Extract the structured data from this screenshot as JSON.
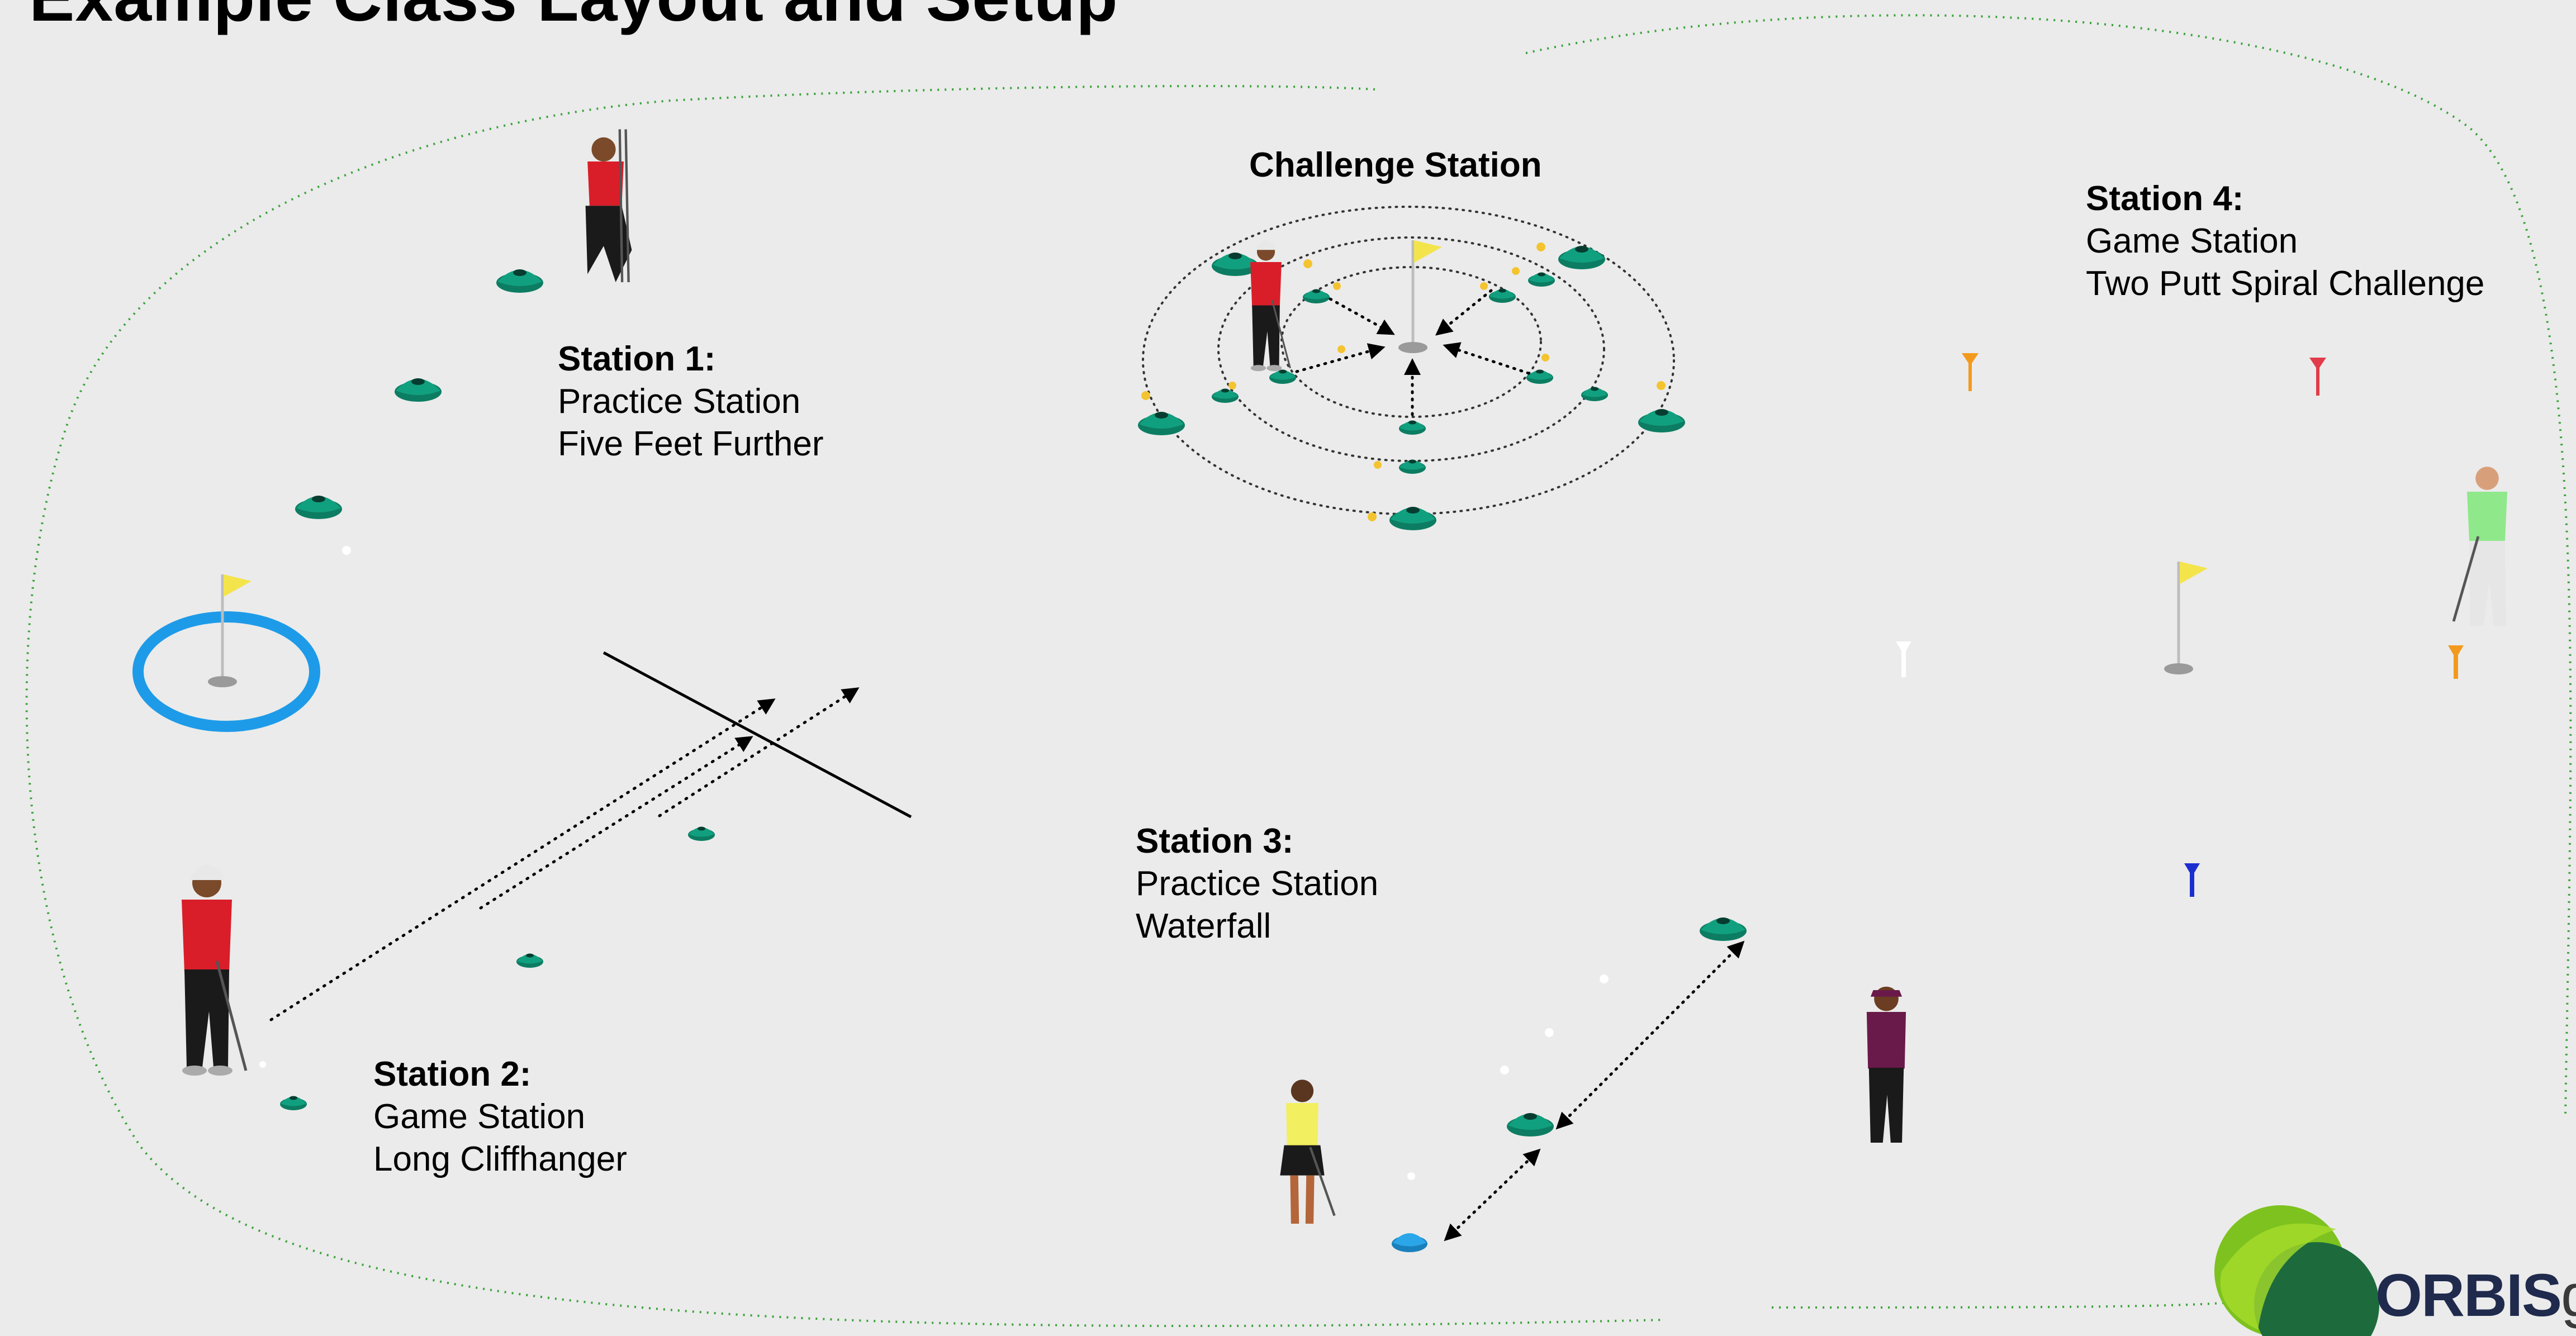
{
  "title": "Example Class Layout and Setup",
  "stations": {
    "challenge": {
      "heading": "Challenge Station"
    },
    "s1": {
      "heading": "Station 1:",
      "type": "Practice Station",
      "name": "Five Feet Further"
    },
    "s2": {
      "heading": "Station 2:",
      "type": "Game Station",
      "name": "Long Cliffhanger"
    },
    "s3": {
      "heading": "Station 3:",
      "type": "Practice Station",
      "name": "Waterfall"
    },
    "s4": {
      "heading": "Station 4:",
      "type": "Game Station",
      "name": "Two Putt Spiral Challenge"
    }
  },
  "logo": {
    "brand": "ORBIS",
    "suffix": "go"
  },
  "colors": {
    "background": "#ebebeb",
    "boundary": "#3aa33a",
    "cone": "#11a07f",
    "cone_blue": "#2ba6e8",
    "ring": "#1e9be8",
    "flag": "#f4e44c",
    "tee_orange": "#f39a1e",
    "tee_red": "#e23b4a",
    "tee_blue": "#1b2fd0",
    "logo_green": "#7dc21e",
    "logo_navy": "#1f2a4d"
  },
  "icons": [
    "golfer-icon",
    "cone-icon",
    "flag-icon",
    "tee-icon",
    "ball-icon",
    "hole-target-ring-icon"
  ]
}
